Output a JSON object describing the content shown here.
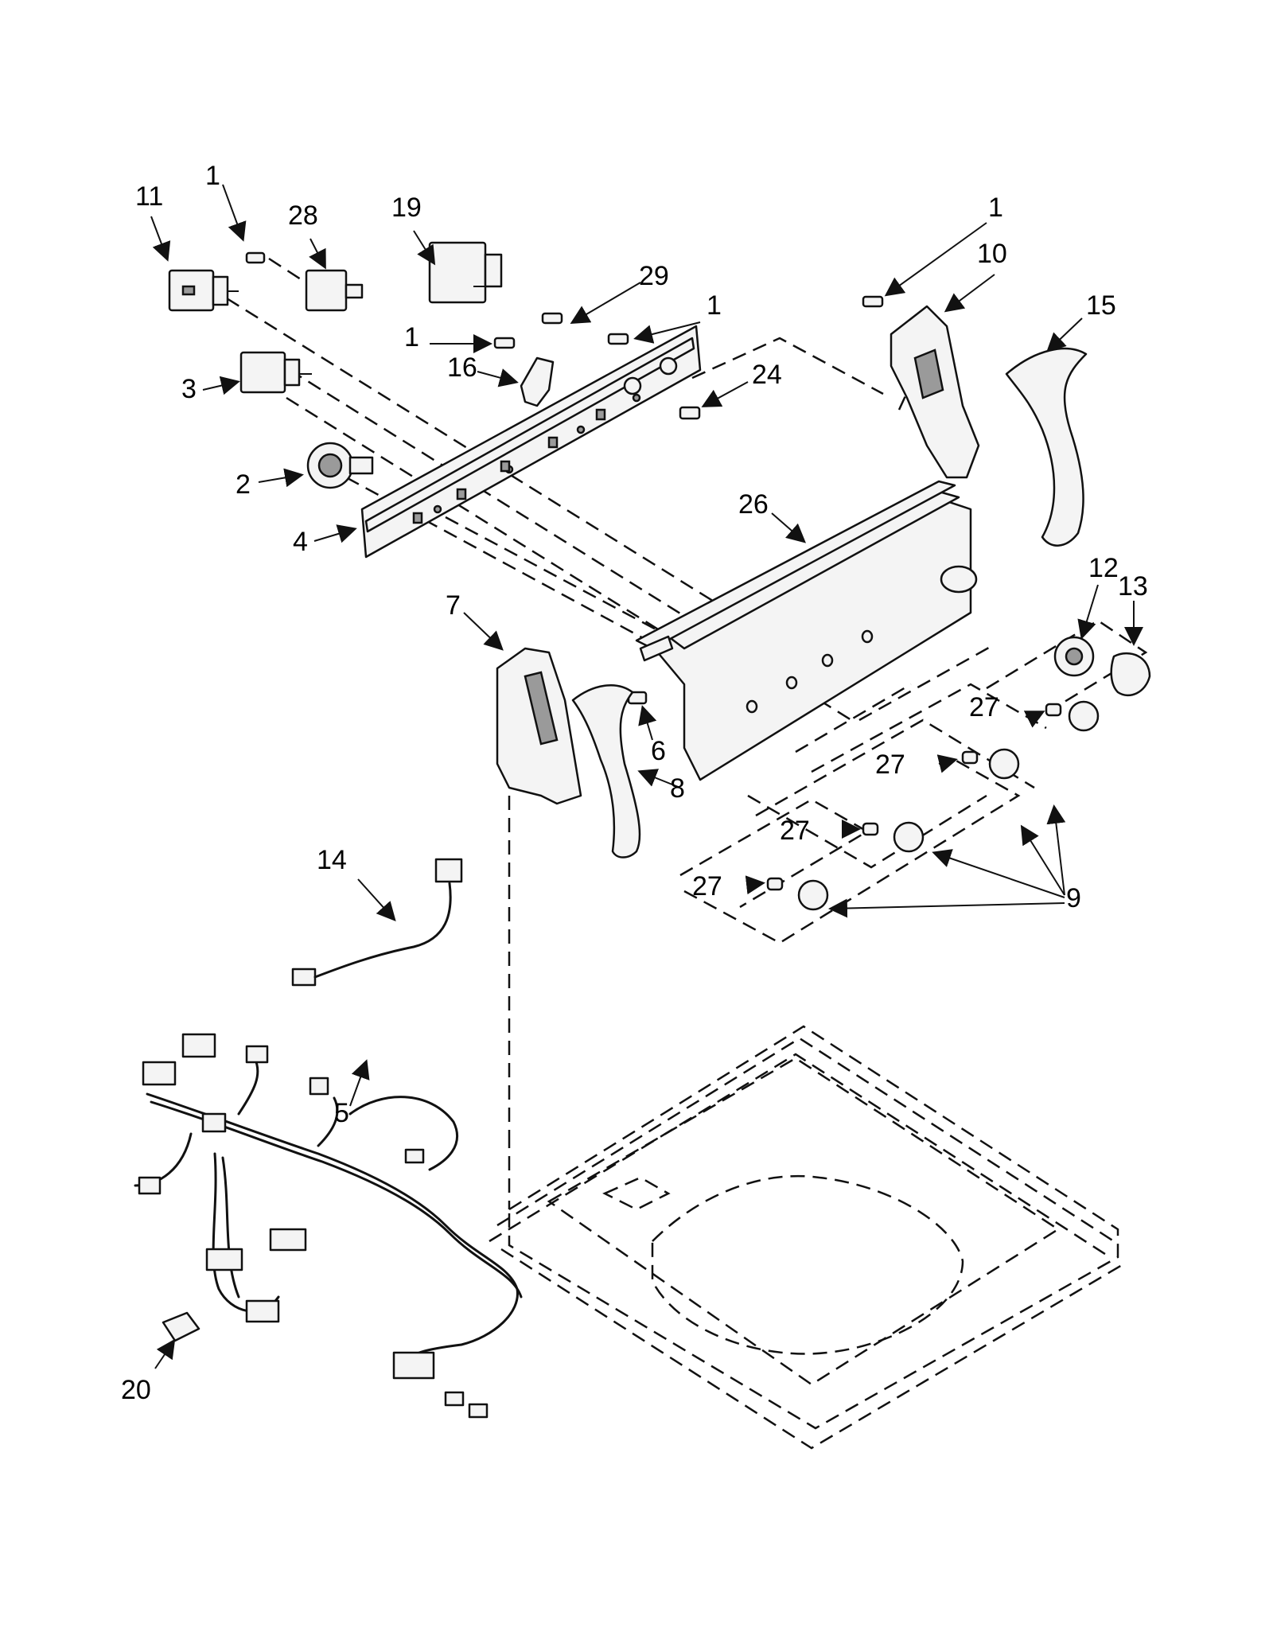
{
  "callouts": {
    "c1_left": "1",
    "c1_mid": "1",
    "c1_center": "1",
    "c1_right": "1",
    "c2": "2",
    "c3": "3",
    "c4": "4",
    "c5": "5",
    "c6": "6",
    "c7": "7",
    "c8": "8",
    "c9": "9",
    "c10": "10",
    "c11": "11",
    "c12": "12",
    "c13": "13",
    "c14": "14",
    "c15": "15",
    "c16": "16",
    "c19": "19",
    "c20": "20",
    "c24": "24",
    "c26": "26",
    "c27_a": "27",
    "c27_b": "27",
    "c27_c": "27",
    "c27_d": "27",
    "c28": "28",
    "c29": "29"
  }
}
